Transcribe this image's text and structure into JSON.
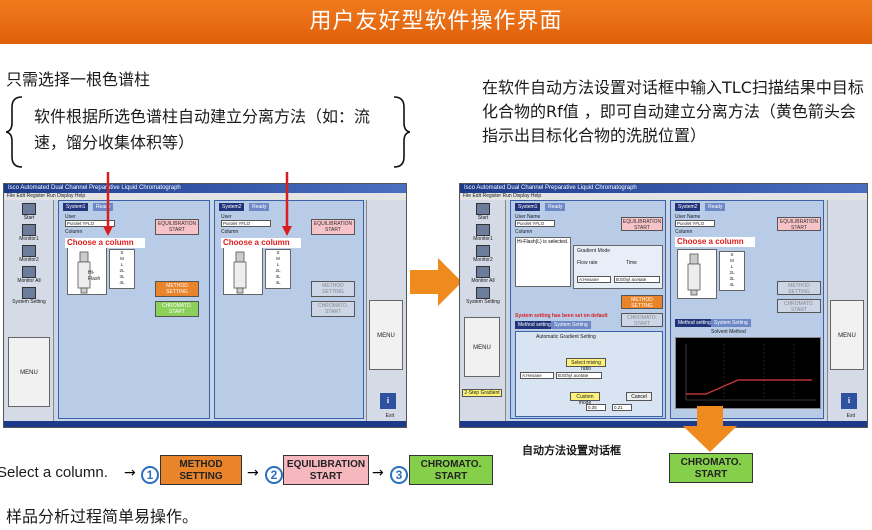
{
  "banner": {
    "title": "用户友好型软件操作界面"
  },
  "left_note": {
    "heading": "只需选择一根色谱柱",
    "detail": "软件根据所选色谱柱自动建立分离方法（如：流速，馏分收集体积等）"
  },
  "right_note": {
    "text": "在软件自动方法设置对话框中输入TLC扫描结果中目标化合物的Rf值 ，即可自动建立分离方法（黄色箭头会指示出目标化合物的洗脱位置）"
  },
  "app": {
    "window_title": "Isco Automated Dual Channel Preparative Liquid Chromatograph",
    "menu": [
      "File",
      "Edit",
      "Register",
      "Run",
      "Display",
      "Help"
    ],
    "sidebar": [
      "Start",
      "Monitor1",
      "Monitor2",
      "Monitor All",
      "System Setting"
    ],
    "menu_button": "MENU",
    "exit_label": "Exit",
    "system1_tab": "System1",
    "system2_tab": "System2",
    "ready_tab": "Ready",
    "user_label": "User",
    "user_value": "Purolet YFLO",
    "user_name_label": "User Name",
    "column_label": "Column",
    "choose_column": "Choose a column",
    "sizes": [
      "S",
      "M",
      "L",
      "2L",
      "3L",
      "4L"
    ],
    "hi_flash": "Hi-Flash",
    "equilibration": "EQUILIBRATION START",
    "method_setting": "METHOD SETTING",
    "chromato": "CHROMATO. START",
    "hi_flash_selected": "Hi-Flash(L) is selected.",
    "gradient_mode": "Gradient Mode",
    "flow_rate": "Flow rate",
    "time": "Time",
    "solvent_a": "A:Hexane",
    "solvent_b": "B:Ethyl acetate",
    "method_tab": "Method setting",
    "system_tab": "System Setting",
    "solvent_method": "Solvent Method",
    "system_setting_default": "System setting has been set on default",
    "automatic_set": "Automatic Gradient Setting",
    "mixing_ratio": "Select mixing ratio",
    "custom_mode": "Custom mode",
    "cancel": "Cancel",
    "rf_values": [
      "0.35",
      "0.21"
    ],
    "two_step": "2-Step Gradient"
  },
  "dialog_caption": "自动方法设置对话框",
  "flow": {
    "intro": "Select a column.",
    "steps": [
      {
        "num": "1",
        "label": "METHOD SETTING"
      },
      {
        "num": "2",
        "label": "EQUILIBRATION START"
      },
      {
        "num": "3",
        "label": "CHROMATO. START"
      }
    ],
    "arrow": "→"
  },
  "bottom_chromato": "CHROMATO. START",
  "footer": "样品分析过程简单易操作。",
  "colors": {
    "banner": "#e8691a",
    "method": "#e9842a",
    "equilibration": "#f6b7be",
    "chromato": "#86cf4a",
    "accent_blue": "#2b6fc0"
  }
}
